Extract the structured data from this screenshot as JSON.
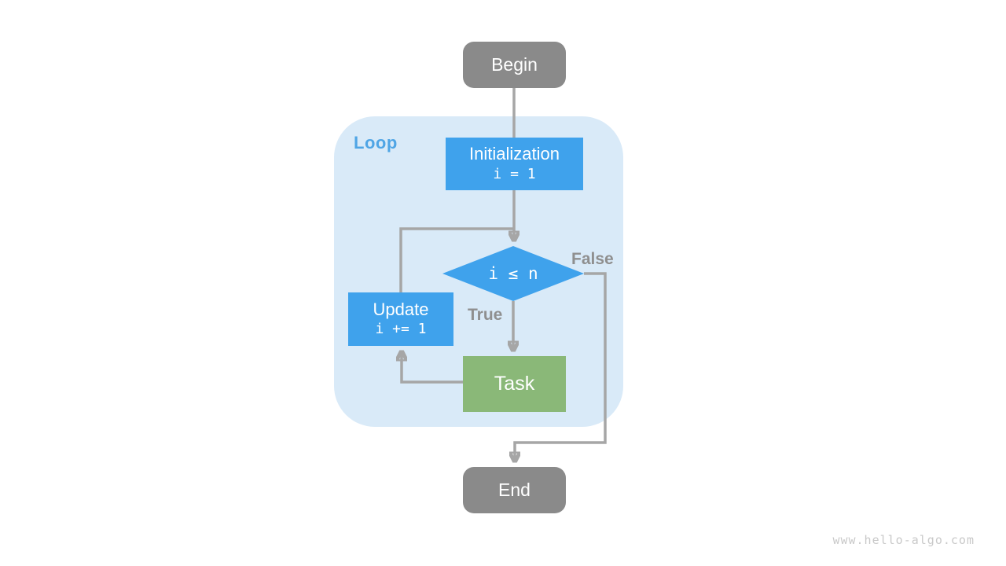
{
  "diagram": {
    "loop_container": {
      "label": "Loop"
    },
    "nodes": {
      "begin": {
        "label": "Begin"
      },
      "initialization": {
        "title": "Initialization",
        "code": "i = 1"
      },
      "condition": {
        "code": "i ≤ n"
      },
      "update": {
        "title": "Update",
        "code": "i += 1"
      },
      "task": {
        "label": "Task"
      },
      "end": {
        "label": "End"
      }
    },
    "edge_labels": {
      "true": "True",
      "false": "False"
    }
  },
  "watermark": "www.hello-algo.com",
  "colors": {
    "node-gray": "#8a8a8a",
    "box-blue": "#3fa2ec",
    "task-green": "#8ab878",
    "loop-bg": "#d9eaf8",
    "loop-label": "#4fa5e5",
    "connector": "#a6a6a6",
    "edge-label": "#8f8f8f",
    "watermark": "#c9c9c9",
    "text-on-fill": "#ffffff"
  }
}
